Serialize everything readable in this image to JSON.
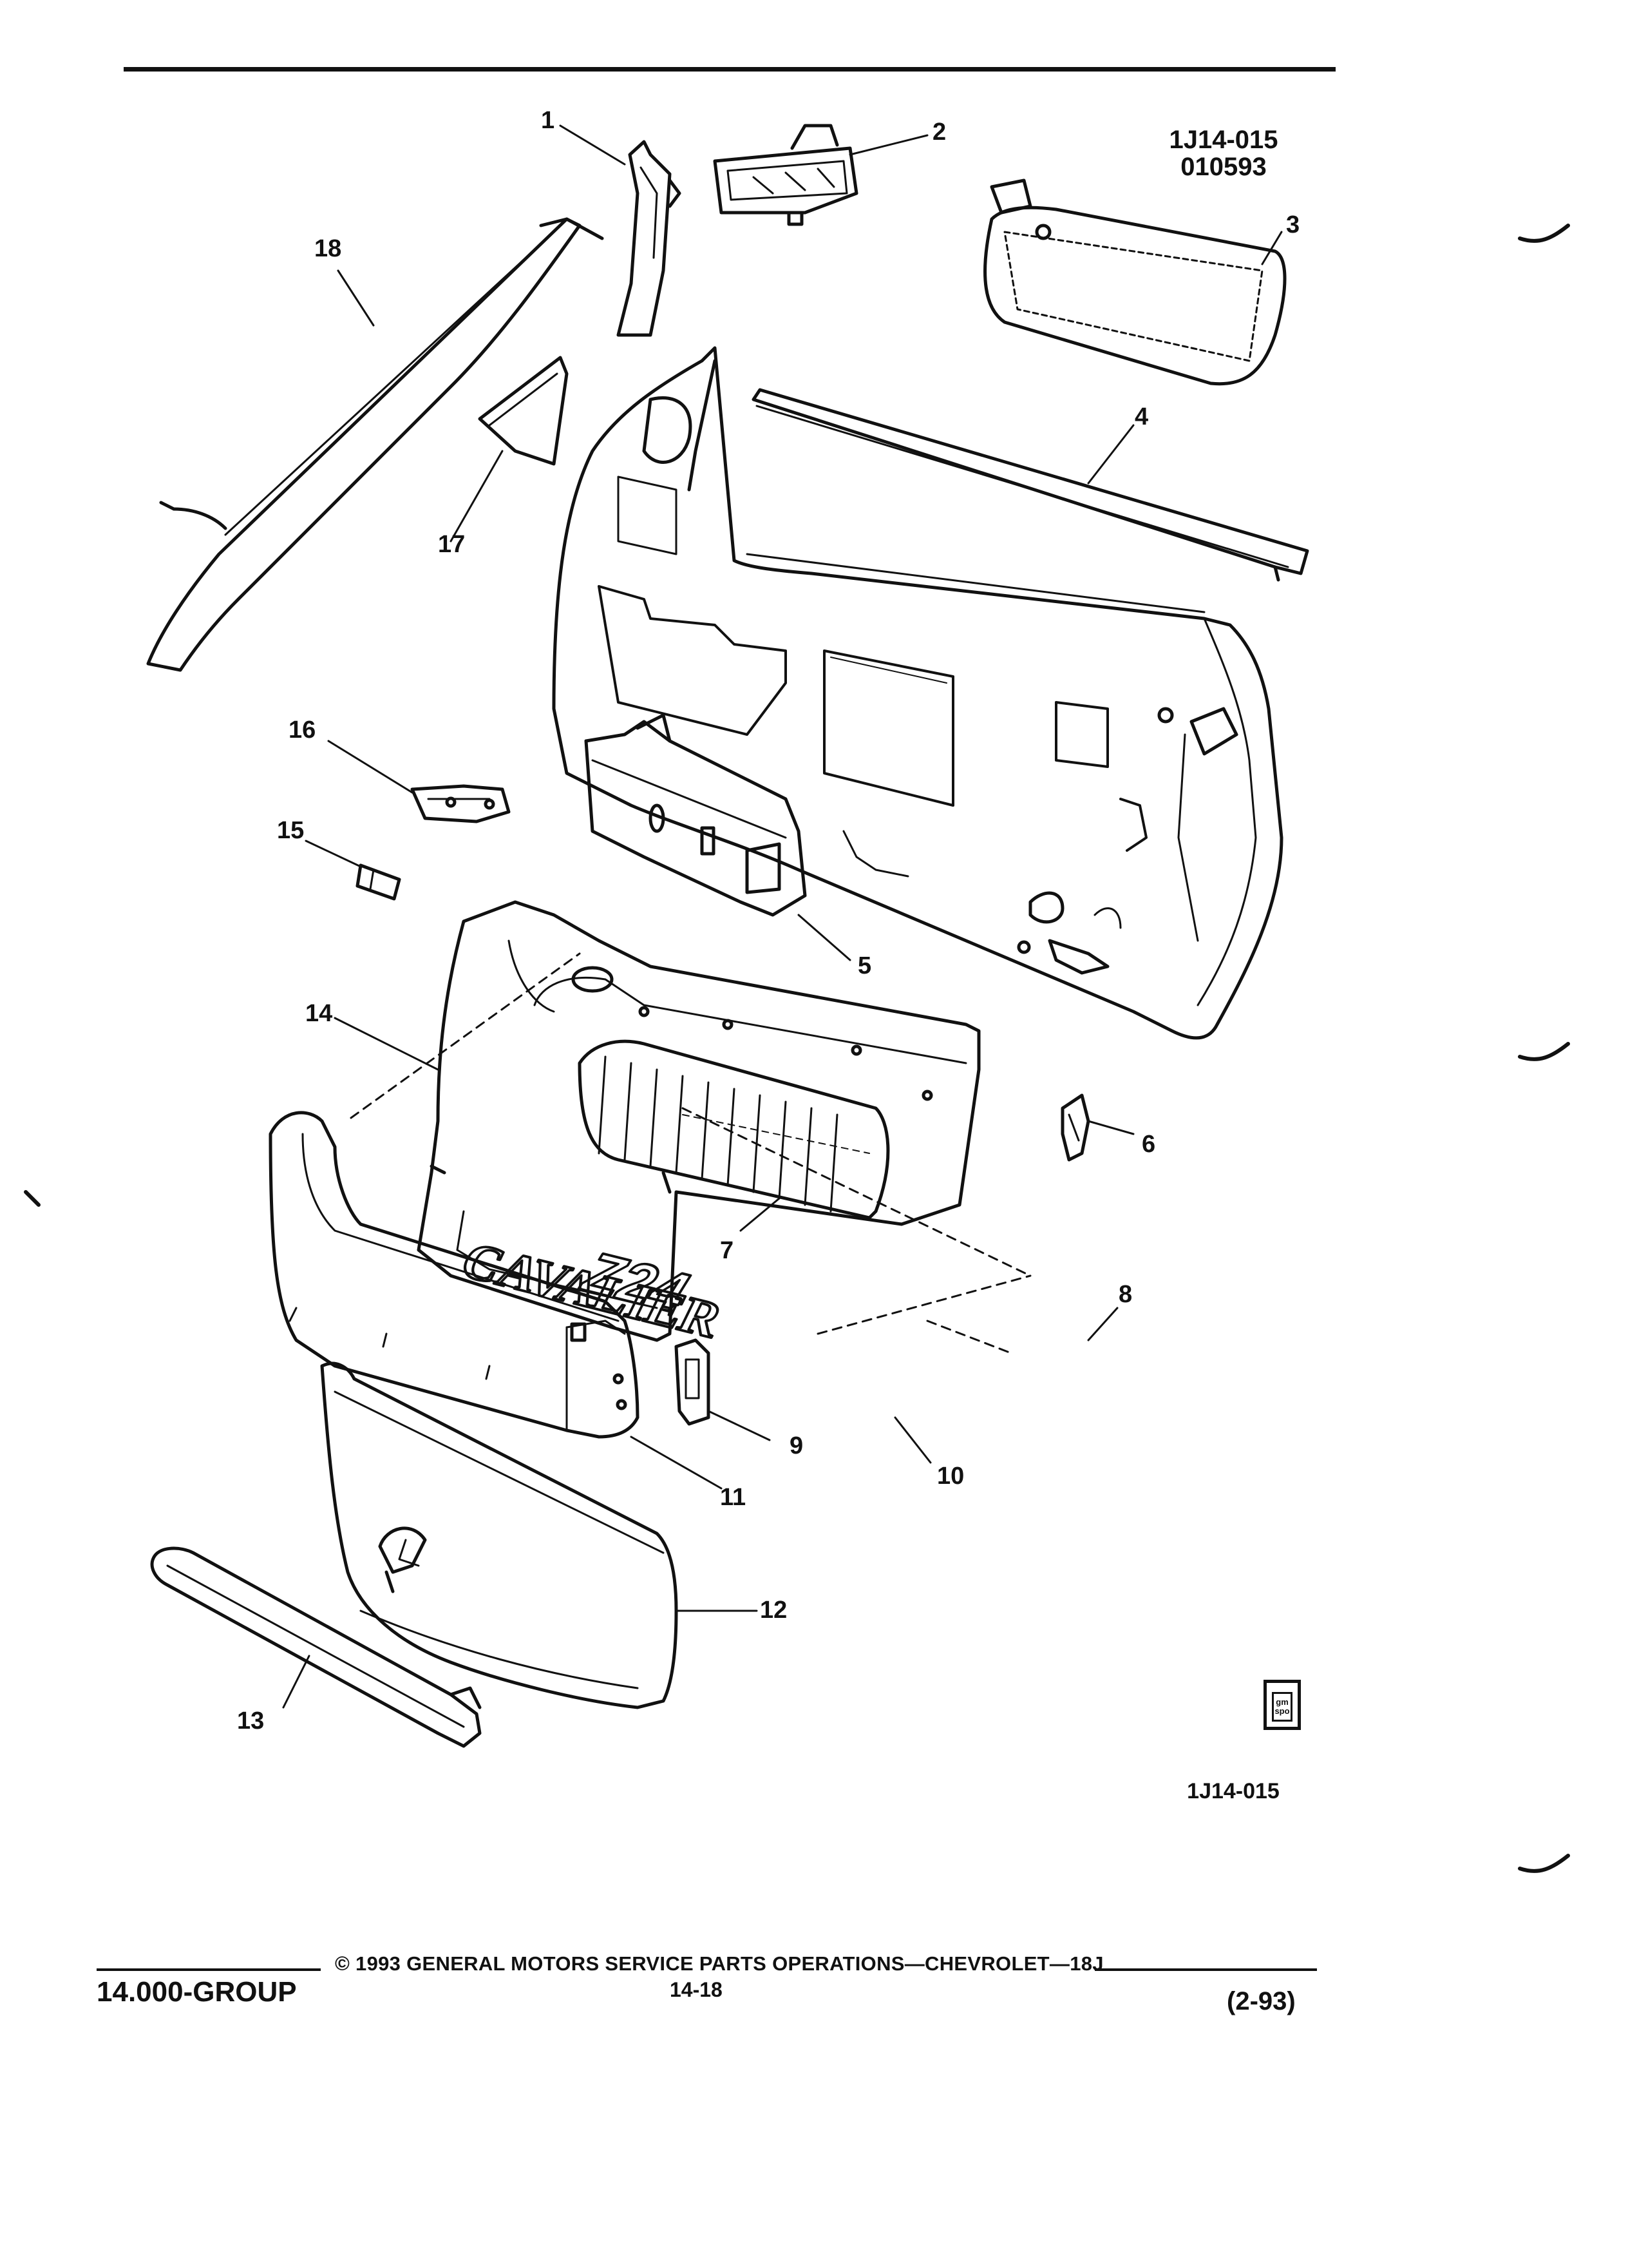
{
  "header": {
    "code_line1": "1J14-015",
    "code_line2": "010593"
  },
  "figure": {
    "bottom_code": "1J14-015",
    "badge_text": "gm spo",
    "callouts": [
      "1",
      "2",
      "3",
      "4",
      "5",
      "6",
      "7",
      "8",
      "9",
      "10",
      "11",
      "12",
      "13",
      "14",
      "15",
      "16",
      "17",
      "18"
    ],
    "emblem_text": [
      "CAVALIER",
      "Z24"
    ]
  },
  "footer": {
    "group": "14.000-GROUP",
    "copyright": "© 1993 GENERAL MOTORS SERVICE PARTS OPERATIONS—CHEVROLET—18J",
    "page": "14-18",
    "revision": "(2-93)"
  }
}
